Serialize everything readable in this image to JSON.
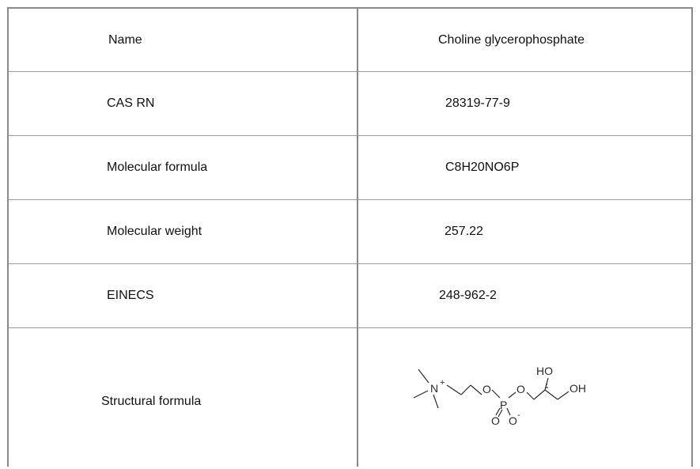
{
  "rows": [
    {
      "label": "Name",
      "value": "Choline glycerophosphate"
    },
    {
      "label": "CAS RN",
      "value": "28319-77-9"
    },
    {
      "label": "Molecular formula",
      "value": "C8H20NO6P"
    },
    {
      "label": "Molecular weight",
      "value": "257.22"
    },
    {
      "label": "EINECS",
      "value": "248-962-2"
    }
  ],
  "structure": {
    "label": "Structural formula",
    "atoms": {
      "nitrogen": "N",
      "nitrogen_charge": "+",
      "oxygen_1": "O",
      "phosphorus": "P",
      "oxygen_2": "O",
      "oxygen_double": "O",
      "oxygen_minus": "O",
      "oxygen_minus_charge": "-",
      "hydroxyl_top": "HO",
      "hydroxyl_end": "OH"
    }
  }
}
